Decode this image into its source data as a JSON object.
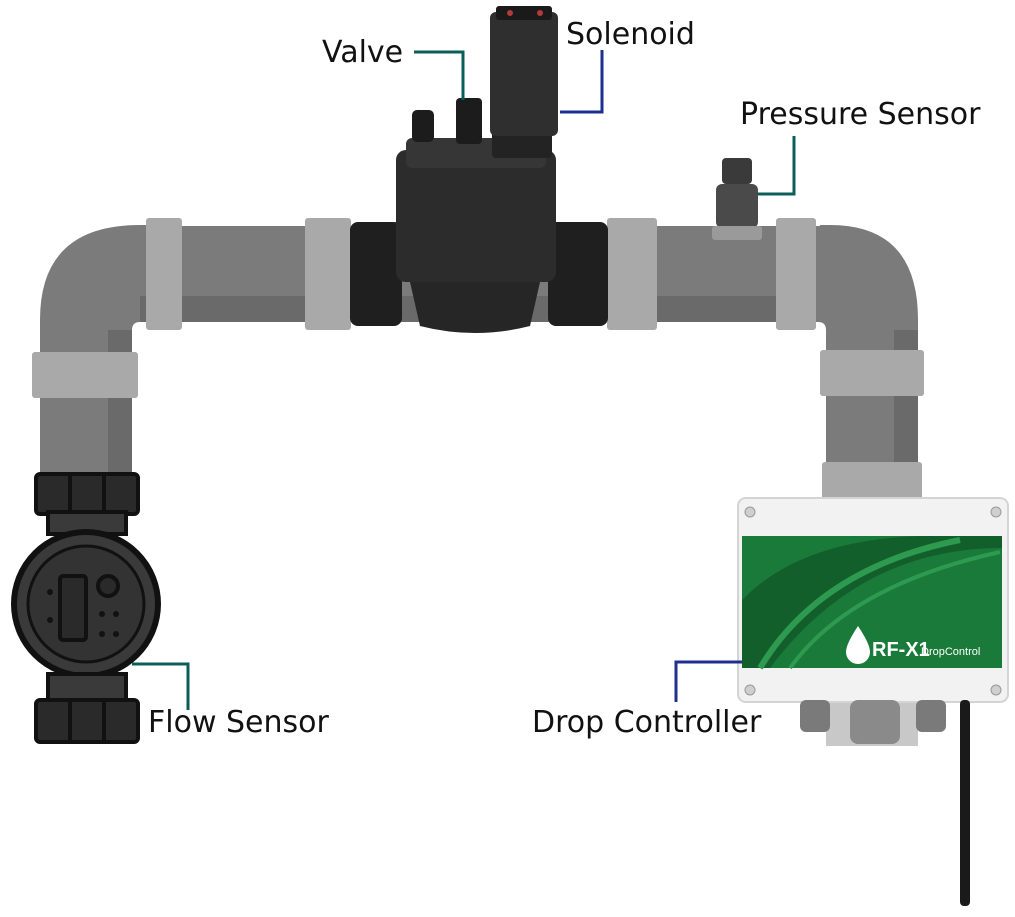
{
  "labels": {
    "valve": "Valve",
    "solenoid": "Solenoid",
    "pressure_sensor": "Pressure Sensor",
    "flow_sensor": "Flow Sensor",
    "drop_controller": "Drop Controller"
  },
  "controller": {
    "brand": "RF-X1",
    "product": "DropControl"
  },
  "colors": {
    "leader_teal": "#0b5d58",
    "leader_blue": "#1d2f8f",
    "pipe": "#7b7b7b",
    "pipe_light": "#a9a9a9",
    "pipe_dark": "#5e5e5e",
    "valve_body": "#2c2c2c",
    "controller_green": "#1a7a3a",
    "box": "#f2f2f2"
  }
}
